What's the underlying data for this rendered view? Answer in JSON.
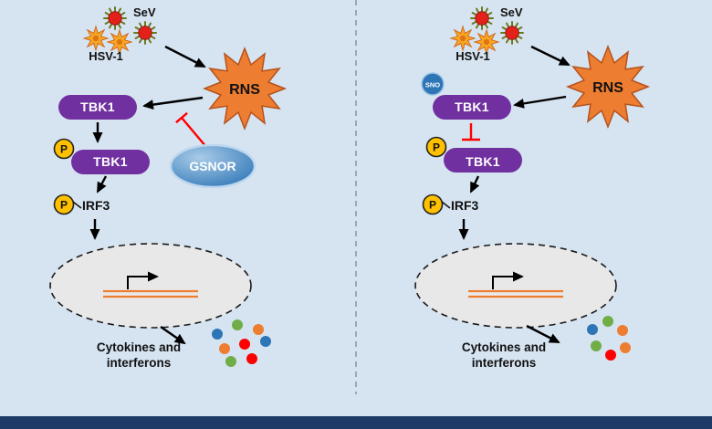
{
  "colors": {
    "background": "#d6e4f1",
    "footer_bar": "#1e3a66",
    "tbk1_purple": "#7030a0",
    "phospho_yellow": "#ffc000",
    "rns_orange": "#ed7d31",
    "gene_orange": "#ed7d31",
    "inhibit_red": "#ff0000",
    "gsnor_blue_light": "#a8cbe8",
    "gsnor_blue_dark": "#2e75b6",
    "sno_blue": "#2e75b6",
    "nucleus_fill": "#e9e8e8",
    "virus_red": "#e32119",
    "virus_spike": "#6b7a1d",
    "hsv_orange": "#f7a823",
    "hsv_center": "#e07414"
  },
  "left_panel": {
    "sev_label": "SeV",
    "hsv1_label": "HSV-1",
    "rns_label": "RNS",
    "tbk1_label": "TBK1",
    "tbk1_phos_label": "TBK1",
    "phospho_badge": "P",
    "gsnor_label": "GSNOR",
    "irf3_label": "IRF3",
    "output_line1": "Cytokines and",
    "output_line2": "interferons",
    "molecule_dot_colors": [
      "#2e75b6",
      "#70ad47",
      "#ed7d31",
      "#ed7d31",
      "#ff0000",
      "#2e75b6",
      "#70ad47",
      "#ff0000"
    ]
  },
  "right_panel": {
    "sev_label": "SeV",
    "hsv1_label": "HSV-1",
    "rns_label": "RNS",
    "sno_badge": "SNO",
    "tbk1_label": "TBK1",
    "tbk1_phos_label": "TBK1",
    "phospho_badge": "P",
    "irf3_label": "IRF3",
    "output_line1": "Cytokines and",
    "output_line2": "interferons",
    "molecule_dot_colors": [
      "#2e75b6",
      "#70ad47",
      "#ed7d31",
      "#70ad47",
      "#ff0000",
      "#ed7d31"
    ]
  }
}
